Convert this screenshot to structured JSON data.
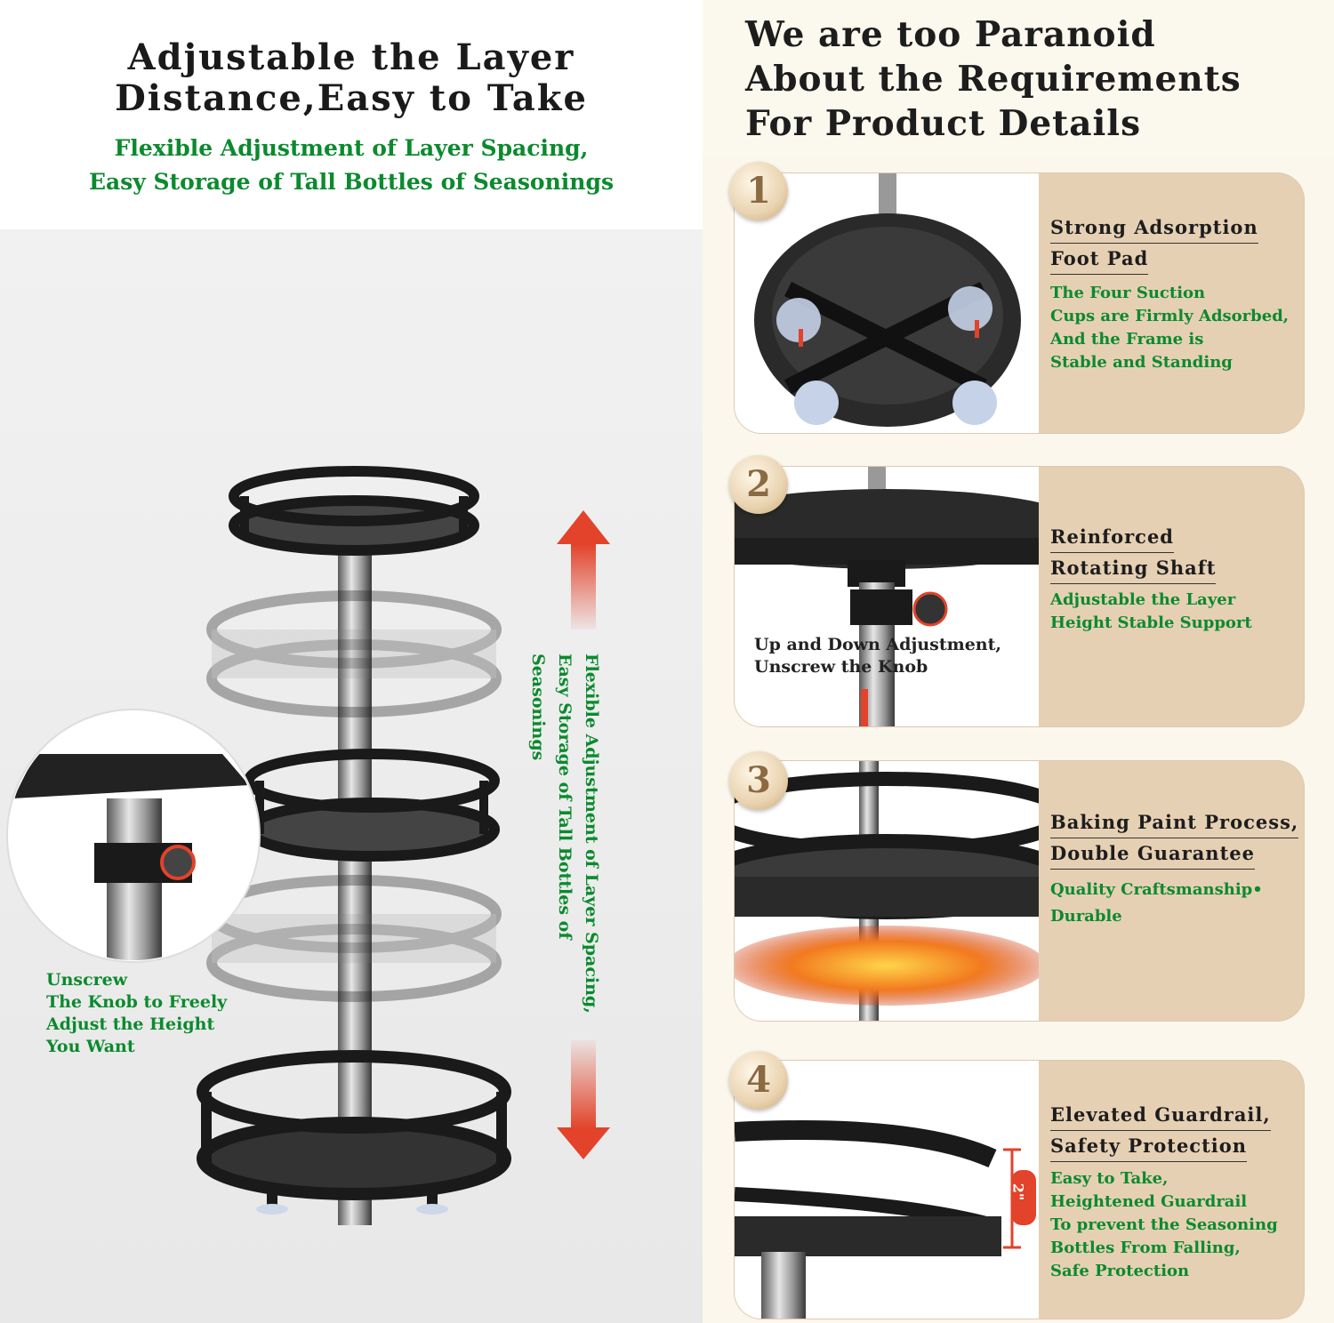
{
  "left": {
    "title_lines": [
      "Adjustable the Layer",
      "Distance,Easy to Take"
    ],
    "subtitle_lines": [
      "Flexible Adjustment of Layer Spacing,",
      "Easy Storage of Tall Bottles of Seasonings"
    ],
    "vertical_lines": [
      "Flexible Adjustment of Layer Spacing,",
      "Easy Storage of Tall Bottles of Seasonings"
    ],
    "knob_note_lines": [
      "Unscrew",
      "The Knob to Freely",
      "Adjust the Height",
      "You Want"
    ]
  },
  "right": {
    "title_lines": [
      "We are too Paranoid",
      "About the Requirements",
      "For Product Details"
    ]
  },
  "cards": [
    {
      "number": "1",
      "title_lines": [
        "Strong Adsorption",
        "Foot Pad"
      ],
      "desc_lines": [
        "The Four Suction",
        "Cups are Firmly Adsorbed,",
        "And the Frame is",
        "Stable and Standing"
      ]
    },
    {
      "number": "2",
      "title_lines": [
        "Reinforced",
        "Rotating Shaft"
      ],
      "desc_lines": [
        "Adjustable the Layer",
        "Height Stable Support"
      ],
      "photo_label_lines": [
        "Up and Down Adjustment,",
        "Unscrew the Knob"
      ]
    },
    {
      "number": "3",
      "title_lines": [
        "Baking Paint Process,",
        "Double Guarantee"
      ],
      "desc_lines": [
        "Quality Craftsmanship•",
        "Durable"
      ]
    },
    {
      "number": "4",
      "title_lines": [
        "Elevated Guardrail,",
        "Safety Protection"
      ],
      "desc_lines": [
        "Easy to Take,",
        "Heightened Guardrail",
        "To prevent the Seasoning",
        "Bottles From Falling,",
        "Safe Protection"
      ],
      "measure_label": "2\""
    }
  ],
  "colors": {
    "accent_green": "#0b8a2e",
    "arrow_red": "#e2432a",
    "card_bg": "#e6d0b4"
  }
}
